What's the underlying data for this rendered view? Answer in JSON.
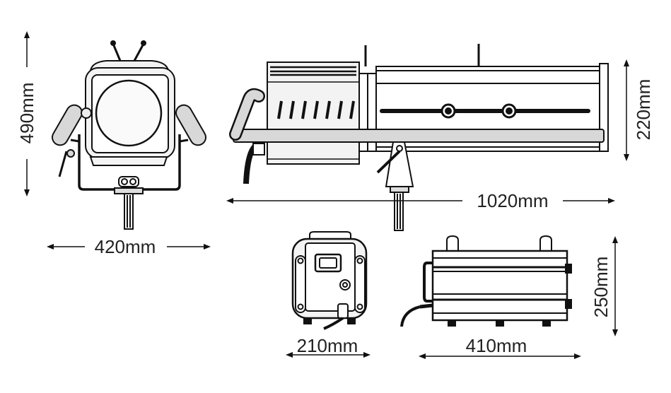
{
  "dimensions": {
    "front_height": "490mm",
    "front_width": "420mm",
    "side_length": "1020mm",
    "side_height": "220mm",
    "ballast_front_width": "210mm",
    "ballast_side_length": "410mm",
    "ballast_height": "250mm"
  },
  "colors": {
    "line": "#111111",
    "body_fill": "#f3f3f3",
    "barrel_fill": "#d8d8d8",
    "lens_fill": "#fafafa"
  }
}
